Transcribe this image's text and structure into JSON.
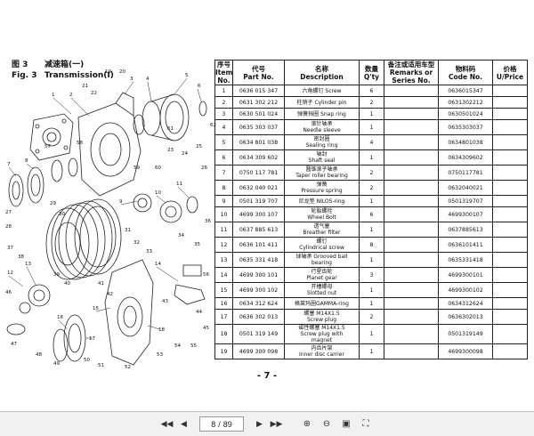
{
  "figure": {
    "number_cn": "图 3",
    "title_cn": "减速箱(一)",
    "number_en": "Fig. 3",
    "title_en": "Transmission(I)"
  },
  "diagram": {
    "callouts": [
      "1",
      "2",
      "3",
      "4",
      "5",
      "6",
      "7",
      "8",
      "9",
      "10",
      "11",
      "12",
      "13",
      "14",
      "15",
      "16",
      "17",
      "18",
      "19",
      "20",
      "21",
      "22",
      "23",
      "24",
      "25",
      "26",
      "27",
      "28",
      "29",
      "30",
      "31",
      "32",
      "33",
      "34",
      "35",
      "36",
      "37",
      "38",
      "39",
      "40",
      "41",
      "42",
      "43",
      "44",
      "45",
      "46",
      "47",
      "48",
      "49",
      "50",
      "51",
      "52",
      "53",
      "54",
      "55",
      "56",
      "57",
      "58",
      "59",
      "60",
      "61",
      "62"
    ]
  },
  "table": {
    "headers": [
      {
        "cn": "序号",
        "en1": "Item",
        "en2": "No."
      },
      {
        "cn": "代号",
        "en1": "Part No.",
        "en2": ""
      },
      {
        "cn": "名称",
        "en1": "Description",
        "en2": ""
      },
      {
        "cn": "数量",
        "en1": "Q'ty",
        "en2": ""
      },
      {
        "cn": "备注或适用车型",
        "en1": "Remarks or",
        "en2": "Series No."
      },
      {
        "cn": "物料码",
        "en1": "Code No.",
        "en2": ""
      },
      {
        "cn": "价格",
        "en1": "U/Price",
        "en2": ""
      }
    ],
    "rows": [
      {
        "item": "1",
        "part": "0636 015 347",
        "desc1": "六角螺钉 Screw",
        "desc2": "",
        "qty": "6",
        "remarks": "",
        "code": "0636015347",
        "price": ""
      },
      {
        "item": "2",
        "part": "0631 302 212",
        "desc1": "柱销子 Cylinder pin",
        "desc2": "",
        "qty": "2",
        "remarks": "",
        "code": "0631302212",
        "price": ""
      },
      {
        "item": "3",
        "part": "0630 501 024",
        "desc1": "弹簧挡圈 Snap ring",
        "desc2": "",
        "qty": "1",
        "remarks": "",
        "code": "0630501024",
        "price": ""
      },
      {
        "item": "4",
        "part": "0635 303 037",
        "desc1": "滚针轴承",
        "desc2": "Needle sleeve",
        "qty": "1",
        "remarks": "",
        "code": "0635303037",
        "price": ""
      },
      {
        "item": "5",
        "part": "0634 801 038",
        "desc1": "密封圈",
        "desc2": "Sealing ring",
        "qty": "4",
        "remarks": "",
        "code": "0634801038",
        "price": ""
      },
      {
        "item": "6",
        "part": "0634 309 602",
        "desc1": "轴封",
        "desc2": "Shaft seal",
        "qty": "1",
        "remarks": "",
        "code": "0634309602",
        "price": ""
      },
      {
        "item": "7",
        "part": "0750 117 781",
        "desc1": "圆锥滚子轴承",
        "desc2": "Taper roller bearing",
        "qty": "2",
        "remarks": "",
        "code": "0750117781",
        "price": ""
      },
      {
        "item": "8",
        "part": "0632 040 021",
        "desc1": "弹簧",
        "desc2": "Pressure spring",
        "qty": "2",
        "remarks": "",
        "code": "0632040021",
        "price": ""
      },
      {
        "item": "9",
        "part": "0501 319 707",
        "desc1": "尼龙垫 NILOS-ring",
        "desc2": "",
        "qty": "1",
        "remarks": "",
        "code": "0501319707",
        "price": ""
      },
      {
        "item": "10",
        "part": "4699 300 107",
        "desc1": "轮胎螺栓",
        "desc2": "Wheel Bolt",
        "qty": "6",
        "remarks": "",
        "code": "4699300107",
        "price": ""
      },
      {
        "item": "11",
        "part": "0637 885 613",
        "desc1": "透气塞",
        "desc2": "Breather filter",
        "qty": "1",
        "remarks": "",
        "code": "0637885613",
        "price": ""
      },
      {
        "item": "12",
        "part": "0636 101 411",
        "desc1": "螺钉",
        "desc2": "Cylindrical screw",
        "qty": "8",
        "remarks": "",
        "code": "0636101411",
        "price": ""
      },
      {
        "item": "13",
        "part": "0635 331 418",
        "desc1": "球轴承 Grooved ball",
        "desc2": "bearing",
        "qty": "1",
        "remarks": "",
        "code": "0635331418",
        "price": ""
      },
      {
        "item": "14",
        "part": "4699 300 101",
        "desc1": "行星齿轮",
        "desc2": "Planet gear",
        "qty": "3",
        "remarks": "",
        "code": "4699300101",
        "price": ""
      },
      {
        "item": "15",
        "part": "4699 300 102",
        "desc1": "开槽螺母",
        "desc2": "Slotted nut",
        "qty": "1",
        "remarks": "",
        "code": "4699300102",
        "price": ""
      },
      {
        "item": "16",
        "part": "0634 312 624",
        "desc1": "格莱玛圈GAMMA-ring",
        "desc2": "",
        "qty": "1",
        "remarks": "",
        "code": "0634312624",
        "price": ""
      },
      {
        "item": "17",
        "part": "0636 302 013",
        "desc1": "螺塞 M14X1.5",
        "desc2": "Screw plug",
        "qty": "2",
        "remarks": "",
        "code": "0636302013",
        "price": ""
      },
      {
        "item": "18",
        "part": "0501 319 149",
        "desc1": "磁性螺塞 M14X1.5",
        "desc2": "Screw plug with",
        "desc3": "magnet",
        "qty": "1",
        "remarks": "",
        "code": "0501319149",
        "price": ""
      },
      {
        "item": "19",
        "part": "4699 300 098",
        "desc1": "内齿片架",
        "desc2": "Inner disc carrier",
        "qty": "1",
        "remarks": "",
        "code": "4699300098",
        "price": ""
      }
    ]
  },
  "page_number": "- 7 -",
  "viewer": {
    "current_page": "8",
    "separator": "/",
    "total_pages": "89",
    "icons": [
      "first-page-icon",
      "prev-page-icon",
      "next-page-icon",
      "last-page-icon",
      "zoom-in-icon",
      "zoom-out-icon",
      "fit-page-icon",
      "fullscreen-icon"
    ]
  }
}
